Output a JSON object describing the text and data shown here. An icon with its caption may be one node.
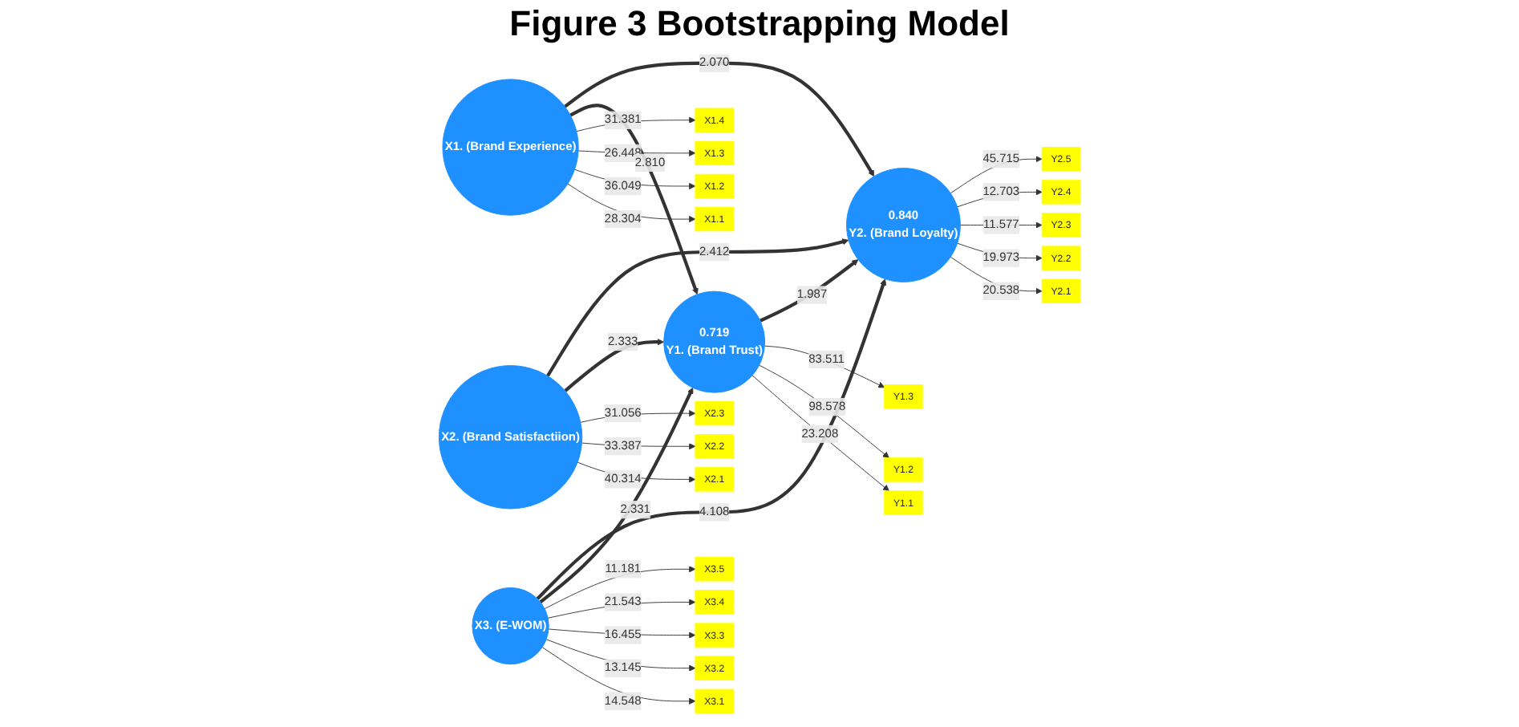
{
  "diagram": {
    "title": "Figure 3 Bootstrapping Model",
    "nodes": [
      {
        "text": [
          "X1.1"
        ]
      },
      {
        "text": [
          "X1.2"
        ]
      },
      {
        "text": [
          "X1.3"
        ]
      },
      {
        "text": [
          "X1.4"
        ]
      },
      {
        "text": [
          "X2.1"
        ]
      },
      {
        "text": [
          "X2.2"
        ]
      },
      {
        "text": [
          "X2.3"
        ]
      },
      {
        "text": [
          "X3.1"
        ]
      },
      {
        "text": [
          "X3.2"
        ]
      },
      {
        "text": [
          "X3.3"
        ]
      },
      {
        "text": [
          "X3.4"
        ]
      },
      {
        "text": [
          "X3.5"
        ]
      },
      {
        "text": [
          "X1. (Brand Experience)"
        ]
      },
      {
        "text": [
          "X2. (Brand Satisfactiion)"
        ]
      },
      {
        "text": [
          "X3. (E-WOM)"
        ]
      },
      {
        "text": [
          "Y1.1"
        ]
      },
      {
        "text": [
          "Y1.2"
        ]
      },
      {
        "text": [
          "Y1.3"
        ]
      },
      {
        "text": [
          "0.719",
          "Y1. (Brand Trust)"
        ]
      },
      {
        "text": [
          "0.840",
          "Y2. (Brand Loyalty)"
        ]
      },
      {
        "text": [
          "Y2.1"
        ]
      },
      {
        "text": [
          "Y2.2"
        ]
      },
      {
        "text": [
          "Y2.3"
        ]
      },
      {
        "text": [
          "Y2.4"
        ]
      },
      {
        "text": [
          "Y2.5"
        ]
      }
    ],
    "edges": [
      {
        "from": 12,
        "to": 0,
        "arrow": "to",
        "label": "28.304"
      },
      {
        "from": 12,
        "to": 1,
        "arrow": "to",
        "label": "36.049"
      },
      {
        "from": 12,
        "to": 2,
        "arrow": "to",
        "label": "26.448"
      },
      {
        "from": 12,
        "to": 3,
        "arrow": "to",
        "label": "31.381"
      },
      {
        "from": 13,
        "to": 4,
        "arrow": "to",
        "label": "40.314"
      },
      {
        "from": 13,
        "to": 5,
        "arrow": "to",
        "label": "33.387"
      },
      {
        "from": 13,
        "to": 6,
        "arrow": "to",
        "label": "31.056"
      },
      {
        "from": 14,
        "to": 7,
        "arrow": "to",
        "label": "14.548"
      },
      {
        "from": 14,
        "to": 8,
        "arrow": "to",
        "label": "13.145"
      },
      {
        "from": 14,
        "to": 9,
        "arrow": "to",
        "label": "16.455"
      },
      {
        "from": 14,
        "to": 10,
        "arrow": "to",
        "label": "21.543"
      },
      {
        "from": 14,
        "to": 11,
        "arrow": "to",
        "label": "11.181"
      },
      {
        "from": 18,
        "to": 15,
        "arrow": "to",
        "label": "23.208"
      },
      {
        "from": 18,
        "to": 16,
        "arrow": "to",
        "label": "98.578"
      },
      {
        "from": 18,
        "to": 17,
        "arrow": "to",
        "label": "83.511"
      },
      {
        "from": 12,
        "to": 18,
        "arrow": "to",
        "label": "2.810",
        "style": "thick"
      },
      {
        "from": 12,
        "to": 19,
        "arrow": "to",
        "label": "2.070",
        "style": "thick"
      },
      {
        "from": 13,
        "to": 18,
        "arrow": "to",
        "label": "2.333",
        "style": "thick"
      },
      {
        "from": 14,
        "to": 18,
        "arrow": "to",
        "label": "2.331",
        "style": "thick"
      },
      {
        "from": 14,
        "to": 19,
        "arrow": "to",
        "label": "4.108",
        "style": "thick"
      },
      {
        "from": 18,
        "to": 19,
        "arrow": "to",
        "label": "1.987",
        "style": "thick"
      },
      {
        "from": 13,
        "to": 19,
        "arrow": "to",
        "label": "2.412",
        "style": "thick"
      },
      {
        "from": 19,
        "to": 20,
        "arrow": "to",
        "label": "20.538"
      },
      {
        "from": 19,
        "to": 21,
        "arrow": "to",
        "label": "19.973"
      },
      {
        "from": 19,
        "to": 22,
        "arrow": "to",
        "label": "11.577"
      },
      {
        "from": 19,
        "to": 23,
        "arrow": "to",
        "label": "12.703"
      },
      {
        "from": 19,
        "to": 24,
        "arrow": "to",
        "label": "45.715"
      }
    ]
  }
}
